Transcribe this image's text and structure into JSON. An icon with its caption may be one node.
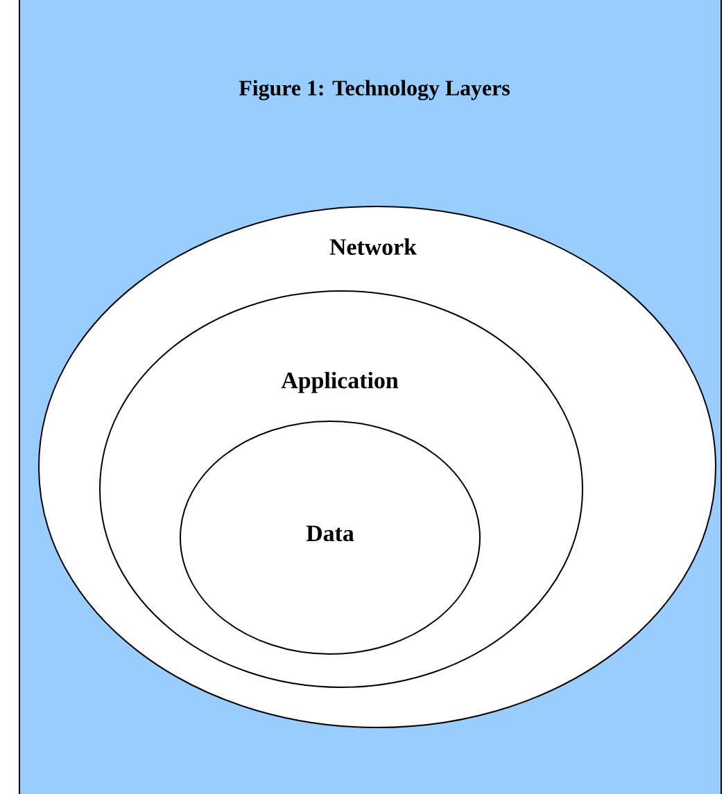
{
  "diagram": {
    "title": "Figure 1: Technology Layers",
    "nodes": [
      {
        "text": [
          "Network"
        ]
      },
      {
        "text": [
          "Application"
        ],
        "in": 0
      },
      {
        "text": [
          "Data"
        ],
        "in": 1
      }
    ]
  }
}
